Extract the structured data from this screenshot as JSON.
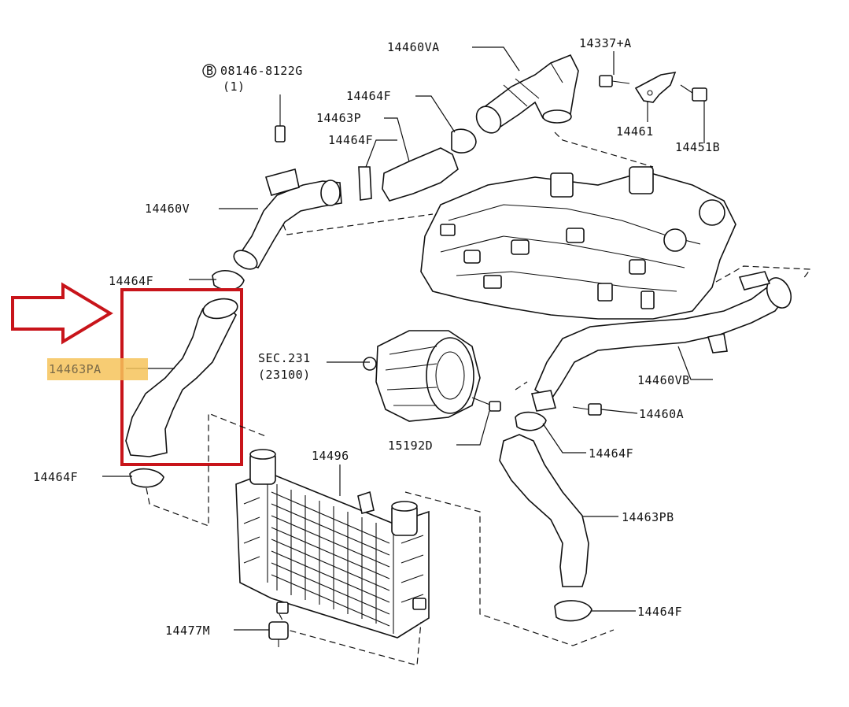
{
  "labels": {
    "bolt_ref": "08146-8122G",
    "bolt_qty": "(1)",
    "bolt_circle": "B",
    "l_14460VA": "14460VA",
    "l_14337A": "14337+A",
    "l_14464F_top1": "14464F",
    "l_14463P": "14463P",
    "l_14464F_top2": "14464F",
    "l_14461": "14461",
    "l_14451B": "14451B",
    "l_14460V": "14460V",
    "l_14464F_left": "14464F",
    "l_14463PA": "14463PA",
    "l_sec231": "SEC.231",
    "l_23100": "(23100)",
    "l_14460VB": "14460VB",
    "l_14460A": "14460A",
    "l_15192D": "15192D",
    "l_14464F_right": "14464F",
    "l_14464F_lower_left": "14464F",
    "l_14496": "14496",
    "l_14463PB": "14463PB",
    "l_14464F_bottom_right": "14464F",
    "l_14477M": "14477M"
  },
  "colors": {
    "line": "#111111",
    "highlight_box": "#c8141a",
    "arrow": "#c8141a",
    "label_highlight": "#f6c35a",
    "background": "#ffffff"
  },
  "highlighted_part": "14463PA"
}
